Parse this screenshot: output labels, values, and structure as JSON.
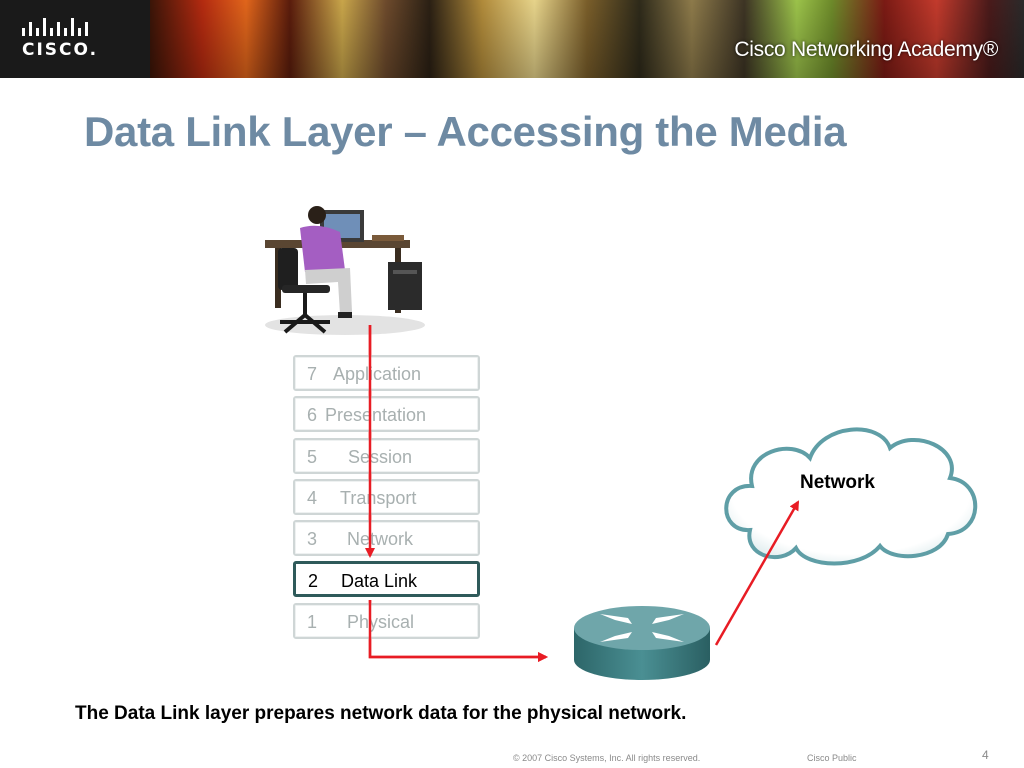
{
  "header": {
    "brand": "CISCO.",
    "academy": "Cisco Networking Academy®"
  },
  "slide": {
    "title": "Data Link Layer – Accessing the Media",
    "caption": "The Data Link layer prepares network data for the physical network."
  },
  "osi_layers": [
    {
      "num": "7",
      "name": "Application"
    },
    {
      "num": "6",
      "name": "Presentation"
    },
    {
      "num": "5",
      "name": "Session"
    },
    {
      "num": "4",
      "name": "Transport"
    },
    {
      "num": "3",
      "name": "Network"
    },
    {
      "num": "2",
      "name": "Data Link"
    },
    {
      "num": "1",
      "name": "Physical"
    }
  ],
  "active_layer": "Data Link",
  "diagram": {
    "cloud_label": "Network",
    "icons": [
      "user-at-workstation-icon",
      "router-icon",
      "network-cloud-icon"
    ],
    "arrow_color": "#e81c24"
  },
  "footer": {
    "copyright": "© 2007 Cisco Systems, Inc. All rights reserved.",
    "classification": "Cisco Public",
    "page": "4"
  },
  "colors": {
    "title": "#6e8aa3",
    "router": "#3d7d80",
    "cloud_border": "#5f9ea6"
  }
}
